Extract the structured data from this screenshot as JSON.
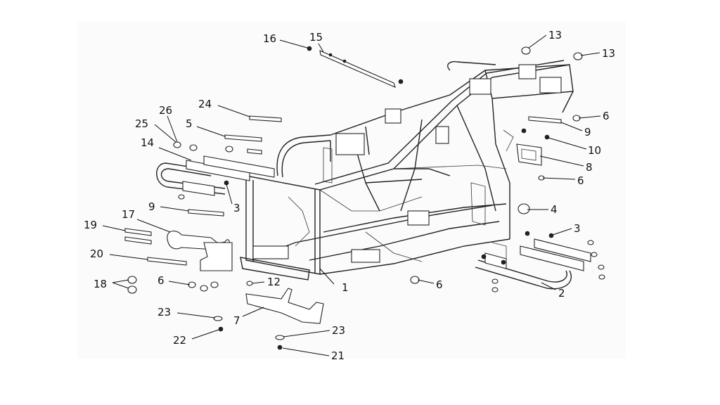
{
  "diagram": {
    "callouts": [
      "1",
      "2",
      "3",
      "3",
      "4",
      "5",
      "6",
      "6",
      "6",
      "6",
      "7",
      "8",
      "9",
      "9",
      "10",
      "12",
      "13",
      "13",
      "14",
      "15",
      "16",
      "17",
      "18",
      "19",
      "20",
      "21",
      "22",
      "23",
      "23",
      "24",
      "25",
      "26"
    ]
  }
}
